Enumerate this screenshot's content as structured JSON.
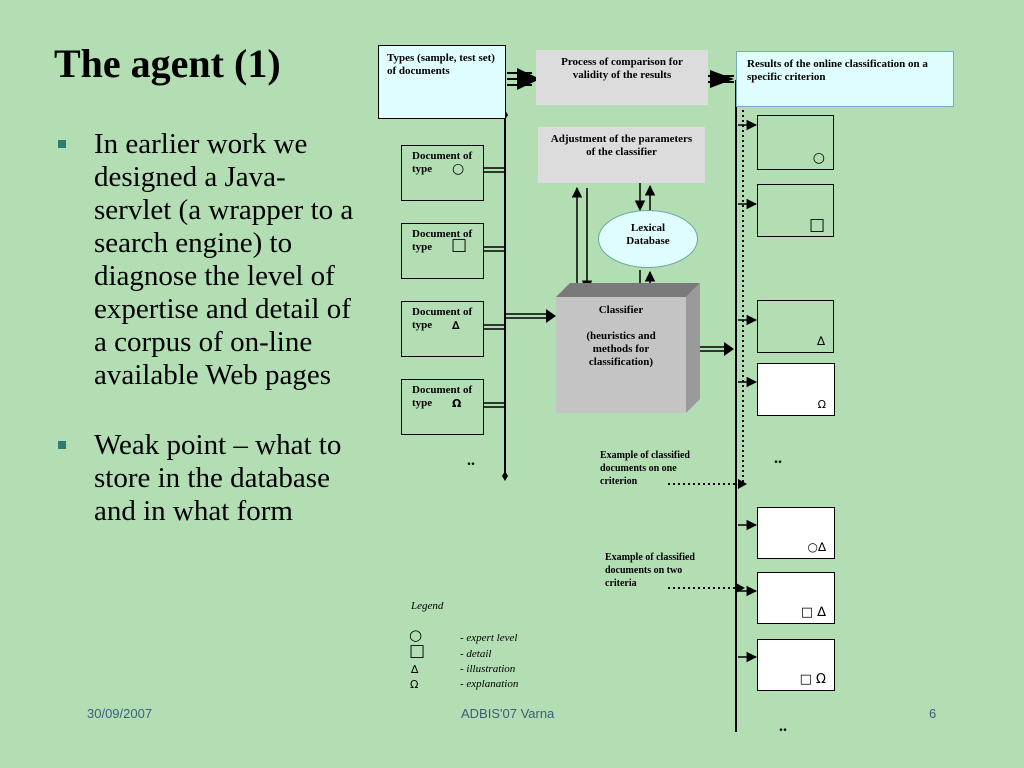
{
  "slide": {
    "title": "The agent (1)",
    "bullets": [
      "In earlier work we designed a Java-servlet (a wrapper to a search engine) to diagnose the level of expertise and detail of a corpus of on-line available Web pages",
      "Weak point – what to store in the database and in what form"
    ]
  },
  "diagram": {
    "types_box": "Types (sample, test set) of documents",
    "comparison_box": "Process of comparison for validity of the results",
    "results_box": "Results of the online classification on a specific criterion",
    "adjustment_box": "Adjustment of the parameters of the classifier",
    "lexical_db": "Lexical Database",
    "classifier_title": "Classifier",
    "classifier_sub": "(heuristics and methods for classification)",
    "documents": [
      {
        "label": "Document of type",
        "symbol": "○"
      },
      {
        "label": "Document of type",
        "symbol": "□"
      },
      {
        "label": "Document of type",
        "symbol": "∆"
      },
      {
        "label": "Document of type",
        "symbol": "Ω"
      }
    ],
    "ellipsis": "..",
    "result_symbols_one": [
      "○",
      "□",
      "∆",
      "Ω"
    ],
    "result_symbols_two": [
      "○∆",
      "□ ∆",
      "□ Ω"
    ],
    "example_one": "Example of classified documents on one criterion",
    "example_two": "Example of classified documents on two criteria"
  },
  "legend": {
    "title": "Legend",
    "items": [
      {
        "symbol": "○",
        "text": "- expert level"
      },
      {
        "symbol": "□",
        "text": "- detail"
      },
      {
        "symbol": "∆",
        "text": "- illustration"
      },
      {
        "symbol": "Ω",
        "text": "- explanation"
      }
    ]
  },
  "footer": {
    "date": "30/09/2007",
    "event": "ADBIS'07 Varna",
    "page": "6"
  }
}
